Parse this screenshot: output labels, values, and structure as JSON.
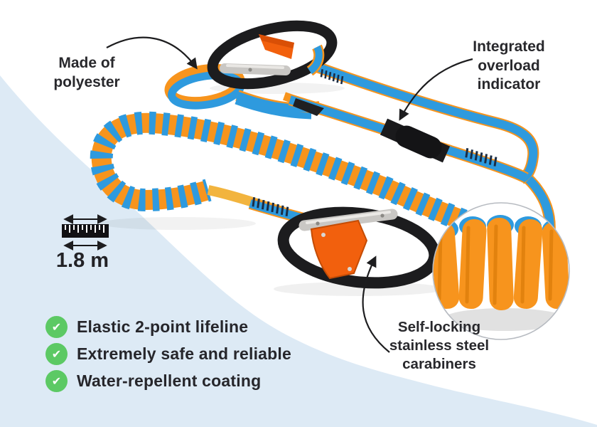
{
  "colors": {
    "background": "#ffffff",
    "wave_blue": "#ddeaf5",
    "text_dark": "#28282c",
    "check_green": "#5cc964",
    "webbing_blue": "#2e9ade",
    "elastic_orange": "#f7941d",
    "yellow_webbing": "#f2b43e",
    "lever_orange": "#f2600d",
    "carabiner_black": "#1c1c1e",
    "gate_silver": "#c9c7c4"
  },
  "callouts": {
    "made_of": {
      "lines": [
        "Made of",
        "polyester"
      ]
    },
    "overload": {
      "lines": [
        "Integrated",
        "overload",
        "indicator"
      ]
    },
    "carabiners": {
      "lines": [
        "Self-locking",
        "stainless steel",
        "carabiners"
      ]
    }
  },
  "length": {
    "value": "1.8 m"
  },
  "features": [
    {
      "text": "Elastic 2-point lifeline"
    },
    {
      "text": "Extremely safe and reliable"
    },
    {
      "text": "Water-repellent coating"
    }
  ],
  "check_glyph": "✔"
}
